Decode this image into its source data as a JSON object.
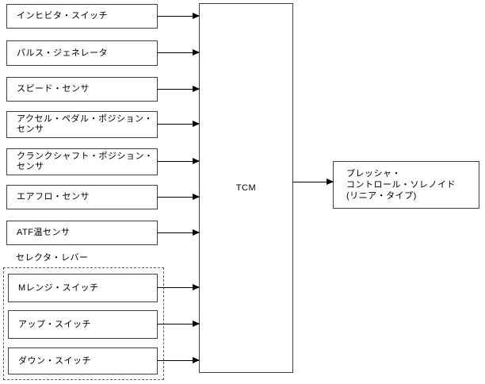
{
  "diagram": {
    "title_hint": "TCM input/output block diagram",
    "inputs": [
      {
        "name": "inhibitor-switch",
        "lines": [
          "インヒビタ・スイッチ"
        ]
      },
      {
        "name": "pulse-generator",
        "lines": [
          "パルス・ジェネレータ"
        ]
      },
      {
        "name": "speed-sensor",
        "lines": [
          "スピード・センサ"
        ]
      },
      {
        "name": "accel-pedal-position-sensor",
        "lines": [
          "アクセル・ペダル・ポジション・",
          "センサ"
        ]
      },
      {
        "name": "crankshaft-position-sensor",
        "lines": [
          "クランクシャフト・ポジション・",
          "センサ"
        ]
      },
      {
        "name": "airflow-sensor",
        "lines": [
          "エアフロ・センサ"
        ]
      },
      {
        "name": "atf-temp-sensor",
        "lines": [
          "ATF温センサ"
        ]
      }
    ],
    "selector_group": {
      "label": "セレクタ・レバー",
      "items": [
        {
          "name": "m-range-switch",
          "lines": [
            "Mレンジ・スイッチ"
          ]
        },
        {
          "name": "up-switch",
          "lines": [
            "アップ・スイッチ"
          ]
        },
        {
          "name": "down-switch",
          "lines": [
            "ダウン・スイッチ"
          ]
        }
      ]
    },
    "controller": {
      "label": "TCM"
    },
    "output": {
      "lines": [
        "プレッシャ・",
        "コントロール・ソレノイド",
        "(リニア・タイプ)"
      ]
    },
    "colors": {
      "line": "#000000",
      "box_border": "#3f3f3f",
      "dashed_border": "#595959",
      "background": "#ffffff"
    }
  }
}
